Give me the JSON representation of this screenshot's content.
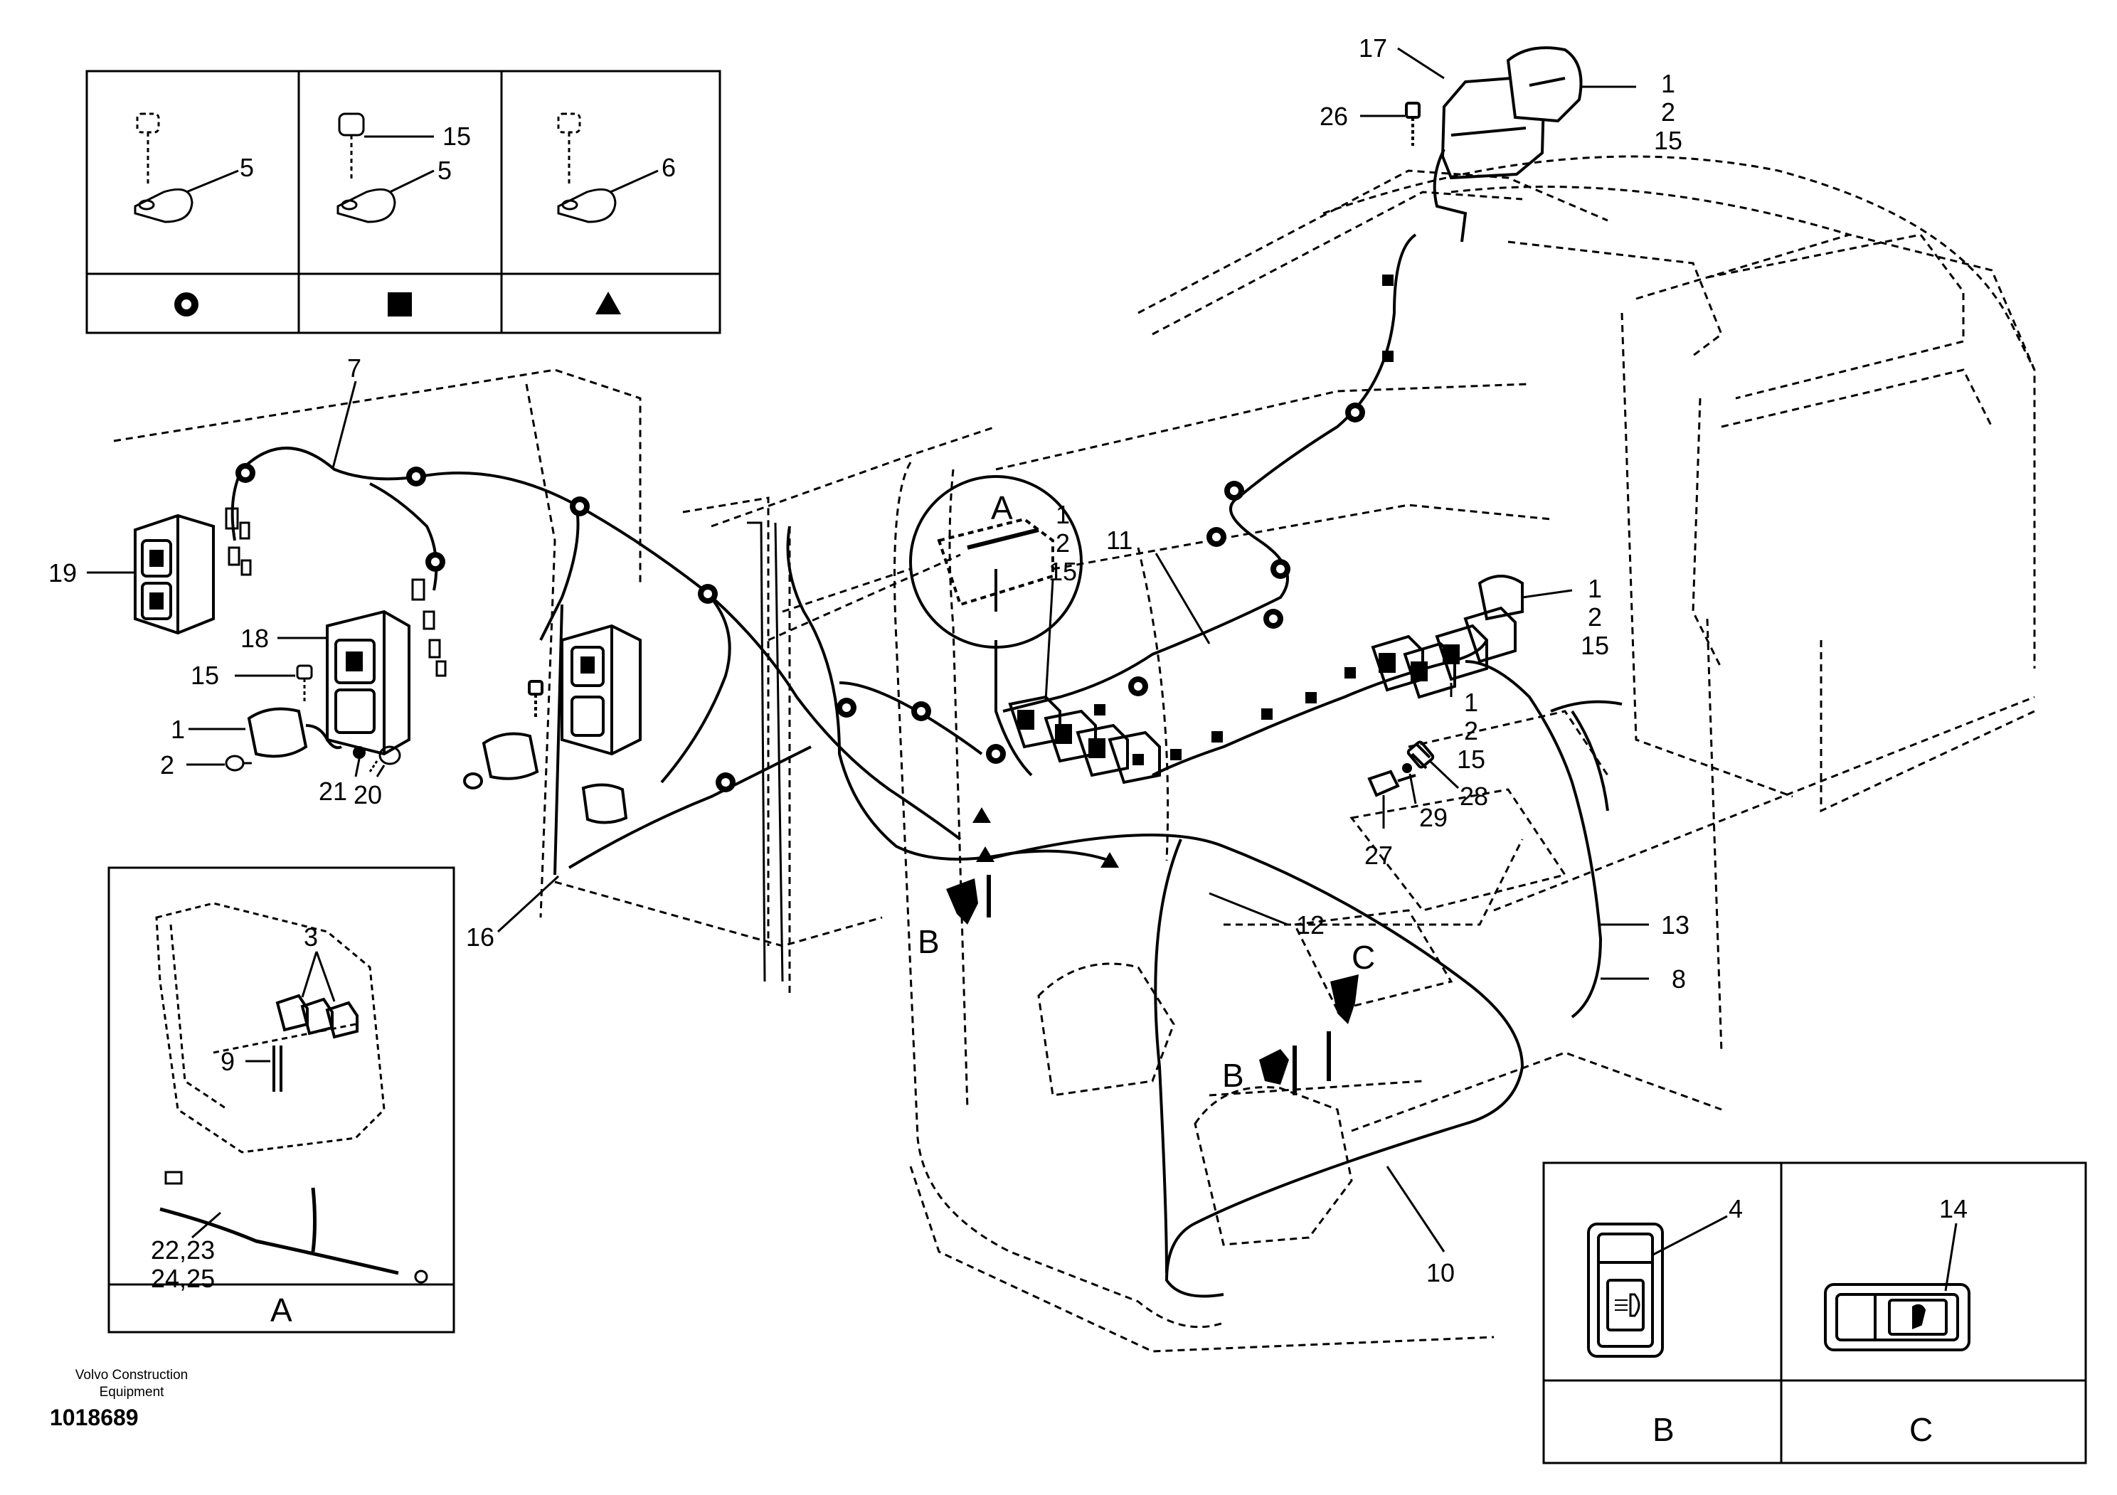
{
  "legend_table": {
    "cells": [
      {
        "part_numbers": [
          "5"
        ],
        "symbol": "circle"
      },
      {
        "part_numbers": [
          "15",
          "5"
        ],
        "symbol": "square"
      },
      {
        "part_numbers": [
          "6"
        ],
        "symbol": "triangle"
      }
    ]
  },
  "detail_a": {
    "caption": "A",
    "callouts": [
      "3",
      "9",
      "22,23",
      "24,25"
    ]
  },
  "detail_b": {
    "caption": "B",
    "callout": "4"
  },
  "detail_c": {
    "caption": "C",
    "callout": "14"
  },
  "view_markers": {
    "a": "A",
    "b": "B",
    "c": "C"
  },
  "callouts": {
    "c17": "17",
    "c26": "26",
    "c1_top": "1",
    "c2_top": "2",
    "c15_top": "15",
    "c7": "7",
    "c19": "19",
    "c18": "18",
    "c15_left": "15",
    "c1_left": "1",
    "c2_left": "2",
    "c21": "21",
    "c20": "20",
    "c16": "16",
    "c1_mid": "1",
    "c2_mid": "2",
    "c15_mid": "15",
    "c11": "11",
    "c1_right": "1",
    "c2_right": "2",
    "c15_right": "15",
    "c1_rb": "1",
    "c2_rb": "2",
    "c15_rb": "15",
    "c28": "28",
    "c29": "29",
    "c27": "27",
    "c12": "12",
    "c13": "13",
    "c8": "8",
    "c10": "10"
  },
  "footer": {
    "company_line1": "Volvo Construction",
    "company_line2": "Equipment",
    "drawing_number": "1018689"
  }
}
